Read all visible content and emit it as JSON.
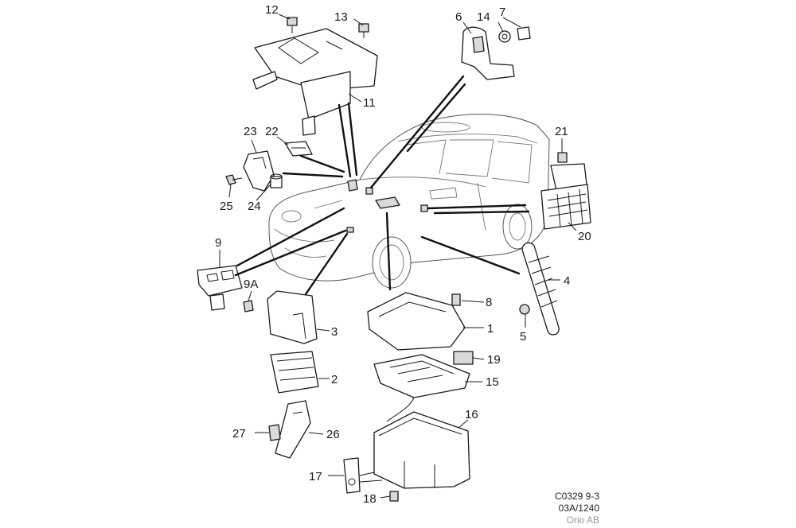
{
  "callouts": [
    {
      "id": "12",
      "label": "12"
    },
    {
      "id": "13",
      "label": "13"
    },
    {
      "id": "6",
      "label": "6"
    },
    {
      "id": "14",
      "label": "14"
    },
    {
      "id": "7",
      "label": "7"
    },
    {
      "id": "11",
      "label": "11"
    },
    {
      "id": "23",
      "label": "23"
    },
    {
      "id": "22",
      "label": "22"
    },
    {
      "id": "21",
      "label": "21"
    },
    {
      "id": "25",
      "label": "25"
    },
    {
      "id": "24",
      "label": "24"
    },
    {
      "id": "20",
      "label": "20"
    },
    {
      "id": "9",
      "label": "9"
    },
    {
      "id": "9A",
      "label": "9A"
    },
    {
      "id": "4",
      "label": "4"
    },
    {
      "id": "8",
      "label": "8"
    },
    {
      "id": "3",
      "label": "3"
    },
    {
      "id": "1",
      "label": "1"
    },
    {
      "id": "5",
      "label": "5"
    },
    {
      "id": "19",
      "label": "19"
    },
    {
      "id": "2",
      "label": "2"
    },
    {
      "id": "15",
      "label": "15"
    },
    {
      "id": "16",
      "label": "16"
    },
    {
      "id": "27",
      "label": "27"
    },
    {
      "id": "26",
      "label": "26"
    },
    {
      "id": "17",
      "label": "17"
    },
    {
      "id": "18",
      "label": "18"
    }
  ],
  "reference": {
    "line1": "C0329 9-3",
    "line2": "03A/1240",
    "line3": "Orio AB"
  }
}
